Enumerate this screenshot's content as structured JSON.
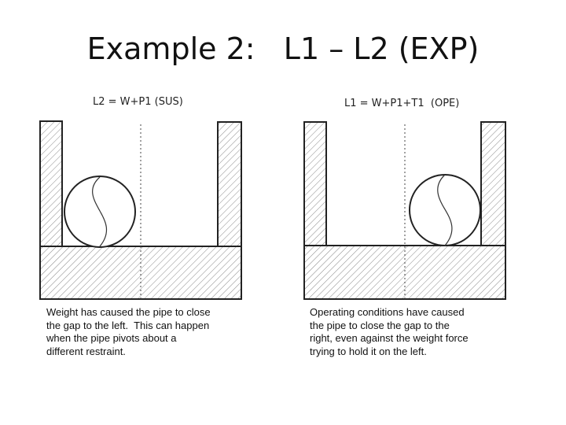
{
  "slide": {
    "title": "Example 2:   L1 – L2 (EXP)"
  },
  "left_panel": {
    "label": "L2 = W+P1 (SUS)",
    "caption": "Weight has caused the pipe to close\nthe gap to the left.  This can happen\nwhen the pipe pivots about a\ndifferent restraint."
  },
  "right_panel": {
    "label": "L1 = W+P1+T1  (OPE)",
    "caption": "Operating conditions have caused\nthe pipe to close the gap to the\nright, even against the weight force\ntrying to hold it on the left."
  },
  "colors": {
    "text": "#111111",
    "outline": "#222222",
    "hatch": "#555555"
  }
}
